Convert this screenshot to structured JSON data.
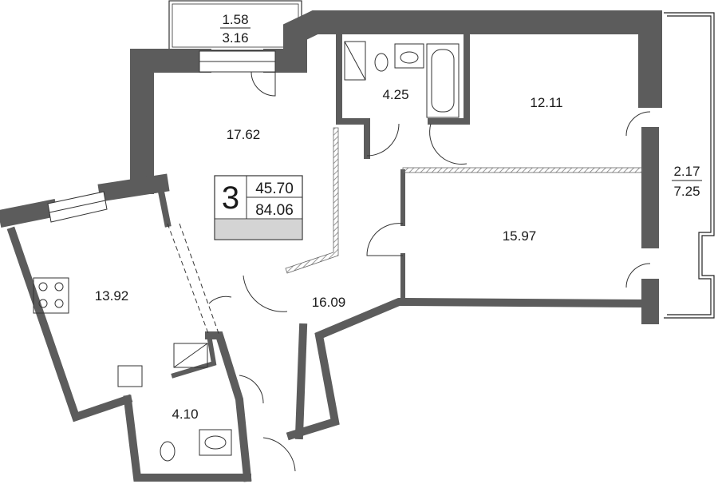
{
  "plan": {
    "summary": {
      "rooms_count": "3",
      "living_area": "45.70",
      "total_area": "84.06"
    },
    "balconies": [
      {
        "name": "top-balcony",
        "area_top": "1.58",
        "area_bottom": "3.16"
      },
      {
        "name": "right-balcony",
        "area_top": "2.17",
        "area_bottom": "7.25"
      }
    ],
    "rooms": [
      {
        "name": "living-room",
        "area": "17.62"
      },
      {
        "name": "bathroom",
        "area": "4.25"
      },
      {
        "name": "bedroom-1",
        "area": "12.11"
      },
      {
        "name": "bedroom-2",
        "area": "15.97"
      },
      {
        "name": "kitchen",
        "area": "13.92"
      },
      {
        "name": "hallway",
        "area": "16.09"
      },
      {
        "name": "toilet",
        "area": "4.10"
      }
    ],
    "colors": {
      "wall": "#5c5c5c",
      "summary_bar": "#d4d4d4"
    }
  }
}
